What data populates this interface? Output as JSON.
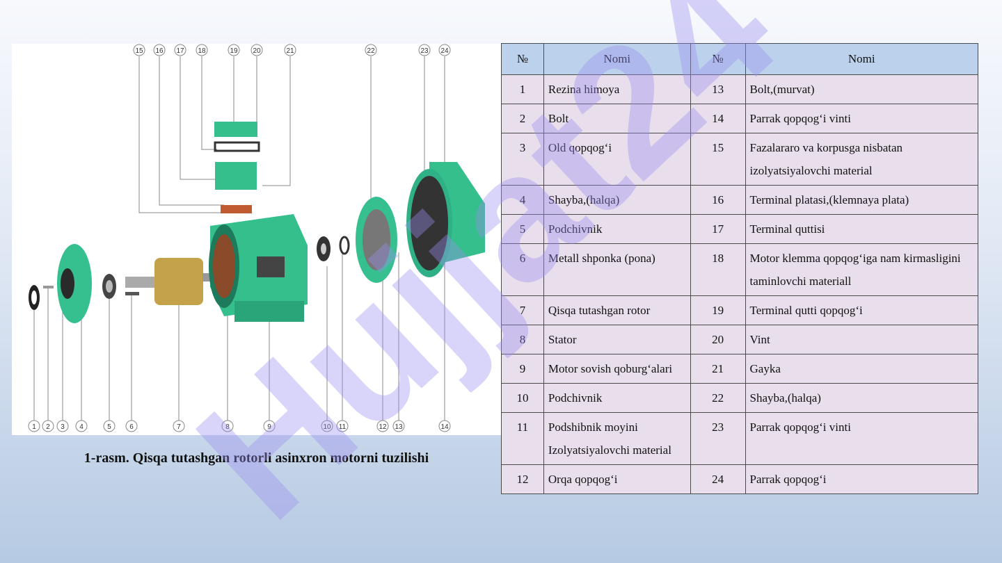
{
  "figure": {
    "callouts_top": [
      "15",
      "16",
      "17",
      "18",
      "19",
      "20",
      "21",
      "22",
      "23",
      "24"
    ],
    "callouts_bottom": [
      "1",
      "2",
      "3",
      "4",
      "5",
      "6",
      "7",
      "8",
      "9",
      "10",
      "11",
      "12",
      "13",
      "14"
    ]
  },
  "caption": "1-rasm. Qisqa tutashgan rotorli asinxron motorni tuzilishi",
  "table": {
    "headers": [
      "№",
      "Nomi",
      "№",
      "Nomi"
    ],
    "rows": [
      {
        "n1": "1",
        "name1": "Rezina himoya",
        "n2": "13",
        "name2": "Bolt,(murvat)"
      },
      {
        "n1": "2",
        "name1": "Bolt",
        "n2": "14",
        "name2": "Parrak qopqog‘i vinti"
      },
      {
        "n1": "3",
        "name1": "Old qopqog‘i",
        "n2": "15",
        "name2": "Fazalararo va korpusga nisbatan izolyatsiyalovchi material"
      },
      {
        "n1": "4",
        "name1": "Shayba,(halqa)",
        "n2": "16",
        "name2": "Terminal platasi,(klemnaya plata)"
      },
      {
        "n1": "5",
        "name1": "Podchivnik",
        "n2": "17",
        "name2": "Terminal quttisi"
      },
      {
        "n1": "6",
        "name1": "Metall shponka (pona)",
        "n2": "18",
        "name2": "Motor klemma qopqog‘iga nam kirmasligini taminlovchi materiall"
      },
      {
        "n1": "7",
        "name1": "Qisqa tutashgan rotor",
        "n2": "19",
        "name2": "Terminal qutti qopqog‘i"
      },
      {
        "n1": "8",
        "name1": "Stator",
        "n2": "20",
        "name2": "Vint"
      },
      {
        "n1": "9",
        "name1": "Motor sovish qoburg‘alari",
        "n2": "21",
        "name2": "Gayka"
      },
      {
        "n1": "10",
        "name1": "Podchivnik",
        "n2": "22",
        "name2": "Shayba,(halqa)"
      },
      {
        "n1": "11",
        "name1": "Podshibnik moyini Izolyatsiyalovchi material",
        "n2": "23",
        "name2": "Parrak qopqog‘i vinti"
      },
      {
        "n1": "12",
        "name1": "Orqa qopqog‘i",
        "n2": "24",
        "name2": "Parrak qopqog‘i"
      }
    ]
  },
  "watermark": "Hujjat24",
  "colors": {
    "motor_green": "#2fbf8c",
    "header_blue": "#bcd2ec",
    "cell_pink": "#e9dfec",
    "watermark": "#9a8ef0"
  }
}
